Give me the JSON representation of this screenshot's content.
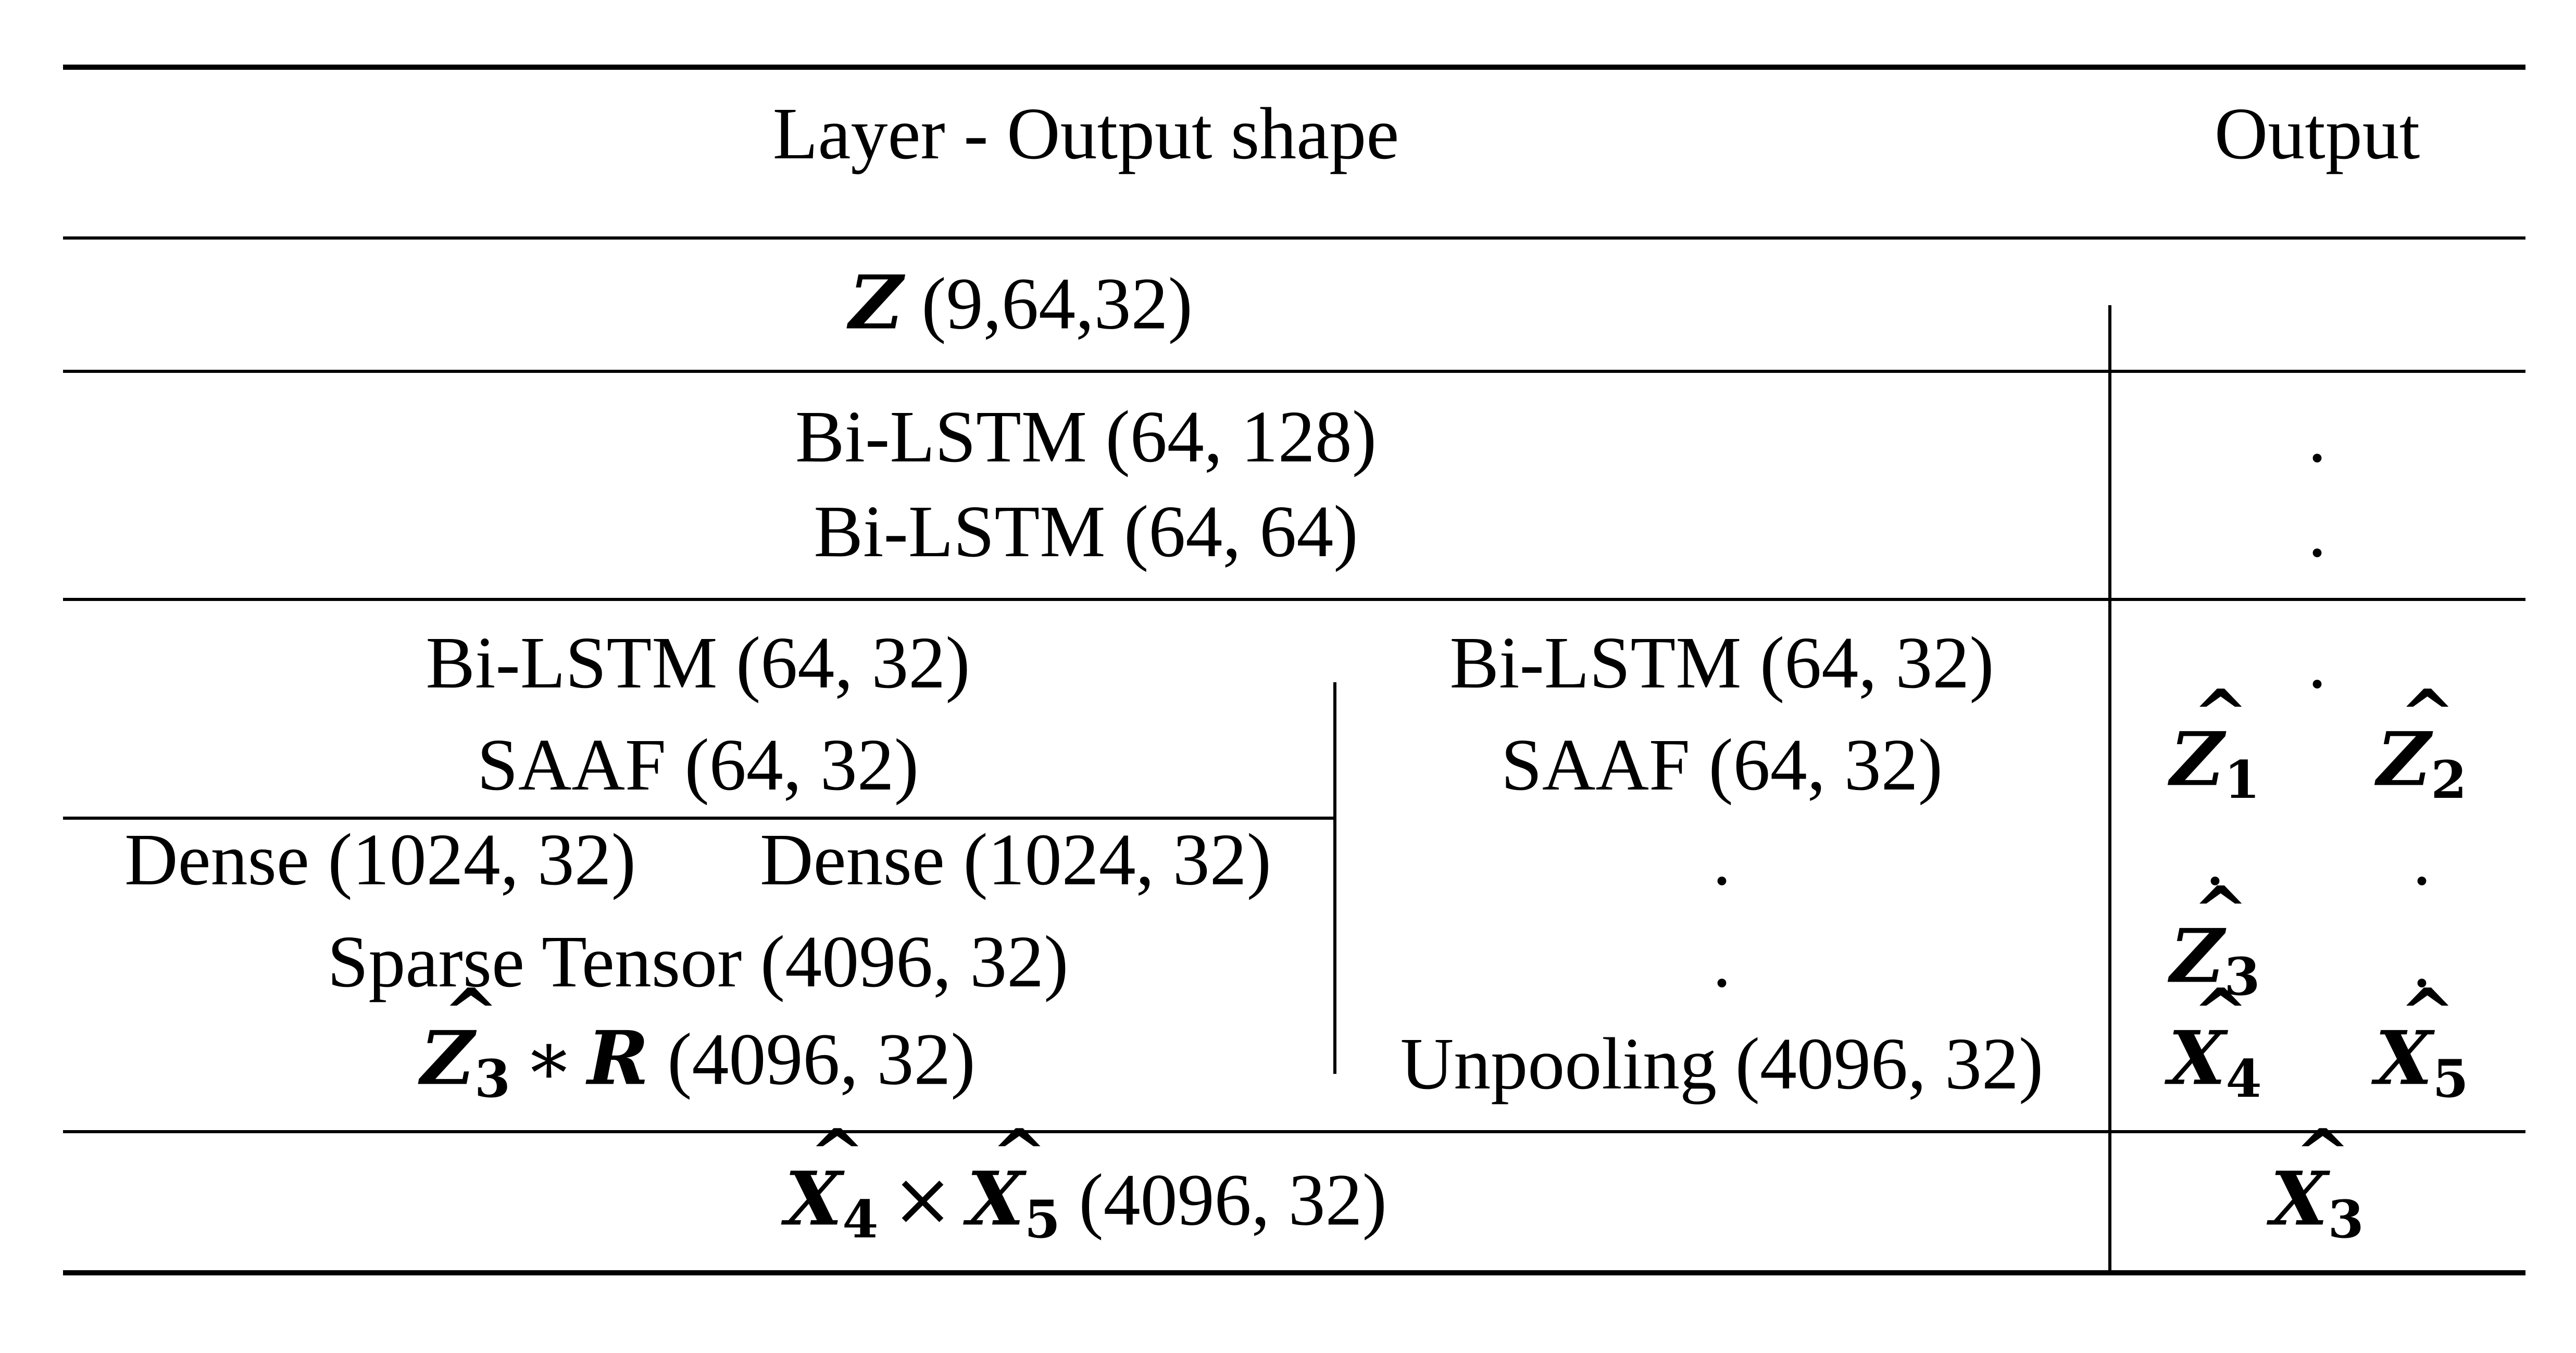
{
  "header": {
    "layer_output_shape": "Layer - Output shape",
    "output": "Output"
  },
  "row_input": {
    "symbol": "Z",
    "shape": "(9,64,32)"
  },
  "row_encoder": {
    "layer1": "Bi-LSTM (64, 128)",
    "layer2": "Bi-LSTM (64, 64)",
    "out1": ".",
    "out2": "."
  },
  "row_decoder": {
    "left": {
      "bilstm": "Bi-LSTM (64, 32)",
      "saaf": "SAAF (64, 32)",
      "dense_a": "Dense (1024, 32)",
      "dense_b": "Dense (1024, 32)",
      "sparse": "Sparse Tensor (4096, 32)",
      "product_z": "Z",
      "product_z_sub": "3",
      "product_op": "∗",
      "product_r": "R",
      "product_shape": "(4096, 32)"
    },
    "right": {
      "bilstm": "Bi-LSTM (64, 32)",
      "saaf": "SAAF (64, 32)",
      "dot1": ".",
      "dot2": ".",
      "unpooling": "Unpooling (4096, 32)"
    },
    "outputs": {
      "r1": ".",
      "z1": "Z",
      "z1_sub": "1",
      "z2": "Z",
      "z2_sub": "2",
      "r3a": ".",
      "r3b": ".",
      "z3": "Z",
      "z3_sub": "3",
      "r4b": ".",
      "x4": "X",
      "x4_sub": "4",
      "x5": "X",
      "x5_sub": "5"
    }
  },
  "row_final": {
    "x4": "X",
    "x4_sub": "4",
    "op": "×",
    "x5": "X",
    "x5_sub": "5",
    "shape": "(4096, 32)",
    "out_x": "X",
    "out_sub": "3"
  }
}
